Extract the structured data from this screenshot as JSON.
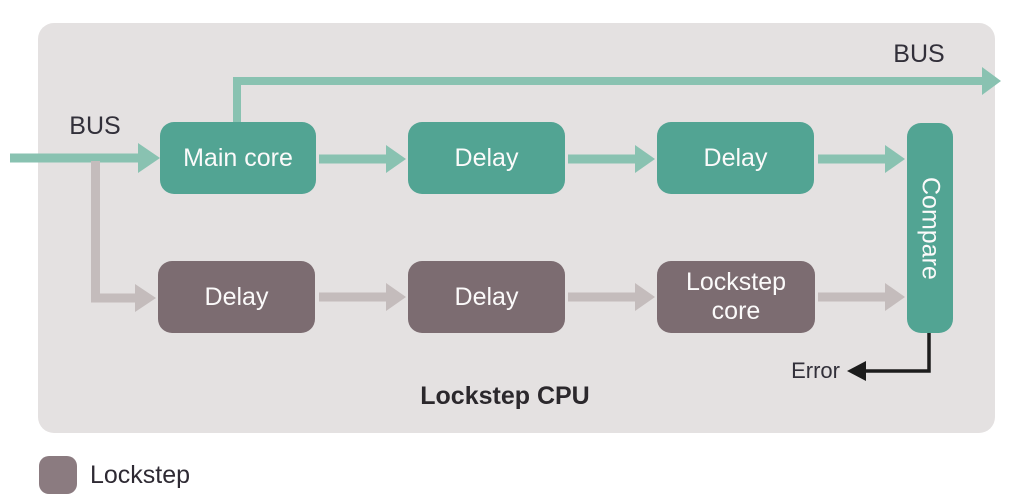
{
  "diagram": {
    "title": "Lockstep CPU",
    "bus_in_label": "BUS",
    "bus_out_label": "BUS",
    "error_label": "Error",
    "blocks": {
      "main_core": "Main core",
      "delay_top_1": "Delay",
      "delay_top_2": "Delay",
      "compare": "Compare",
      "delay_bottom_1": "Delay",
      "delay_bottom_2": "Delay",
      "lockstep_core": "Lockstep core"
    },
    "legend": {
      "label": "Lockstep",
      "swatch_color": "#8B7B80"
    },
    "colors": {
      "panel_background": "#E4E1E1",
      "main_path_block": "#52A493",
      "lockstep_path_block": "#7C6C71",
      "main_path_arrow": "#89C2B1",
      "lockstep_path_arrow": "#C4BCBC",
      "error_line": "#1C1C1C",
      "label_text": "#32303A",
      "block_text": "#FBFAFA"
    }
  }
}
